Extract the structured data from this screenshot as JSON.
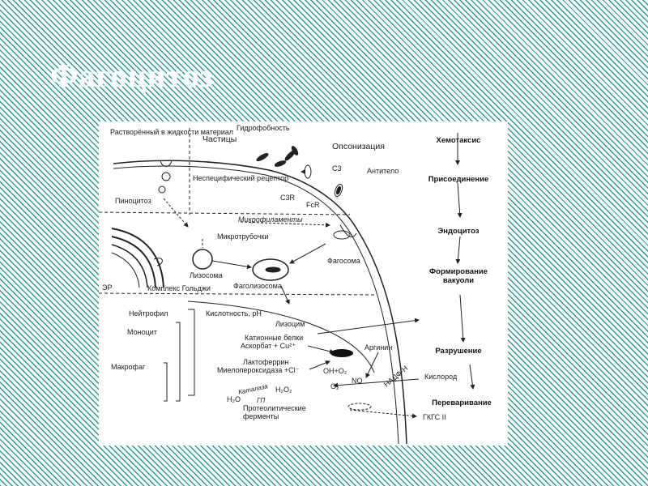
{
  "slide": {
    "title": "Фагоцитоз"
  },
  "diagram": {
    "top": {
      "fluid_material": "Растворённый в жидкости материал",
      "particles": "Частицы",
      "hydrophobicity": "Гидрофобность",
      "opsonization": "Опсонизация",
      "c3": "C3",
      "antibody": "Антитело",
      "nonspecific_receptor": "Неспецифический рецептор",
      "c3r": "C3R",
      "fcr": "FcR",
      "pinocytosis": "Пиноцитоз",
      "microfilaments": "Микрофиламенты",
      "microtubules": "Микротрубочки",
      "lysosome": "Лизосома",
      "phagosome": "Фагосома",
      "er": "ЭР",
      "golgi": "Комплекс Гольджи",
      "phagolysosome": "Фаголизосома"
    },
    "bottom": {
      "neutrophil": "Нейтрофил",
      "monocyte": "Моноцит",
      "macrophage": "Макрофаг",
      "acidity": "Кислотность, pH",
      "lysozyme": "Лизоцим",
      "cationic": "Катионные белки",
      "ascorbate": "Аскорбат + Cu²⁺",
      "lactoferrin": "Лактоферрин",
      "myeloperoxidase": "Миелопероксидаза +Cl⁻",
      "arginine": "Аргинин",
      "oh_o2": "OH+O₂",
      "no": "NO",
      "oxygen": "Кислород",
      "superoxide": "O₂⁻",
      "nadph": "НАДФ-Н",
      "catalase": "Каталаза",
      "h2o": "H₂O",
      "h2o2": "H₂O₂",
      "gp": "ГП",
      "proteolytic": "Протеолитические ферменты",
      "gkgs": "ГКГС II"
    },
    "steps": [
      "Хемотаксис",
      "Присоединение",
      "Эндоцитоз",
      "Формирование вакуоли",
      "Разрушение",
      "Переваривание"
    ]
  }
}
